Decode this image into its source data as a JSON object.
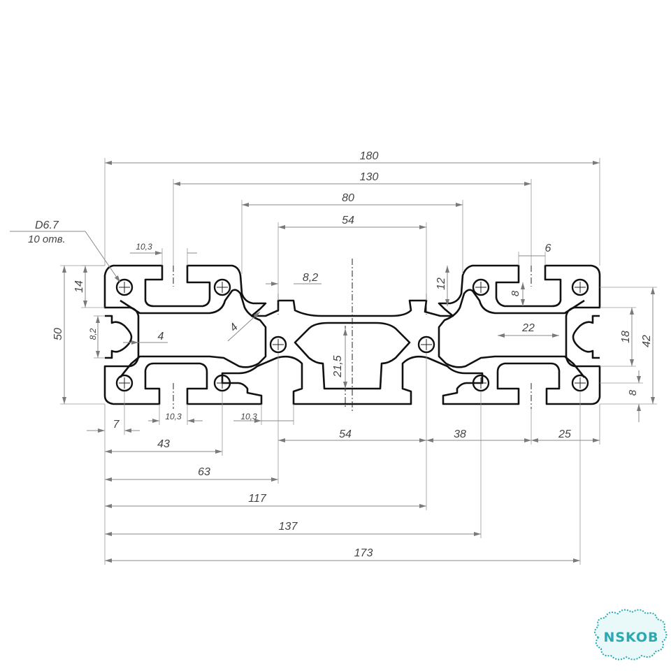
{
  "dimensions": {
    "overall_width": "180",
    "slot_pitch_outer": "130",
    "slot_pitch_mid": "80",
    "slot_pitch_inner": "54",
    "slot_open_top_left": "10,3",
    "core_gap": "8,2",
    "right_slot_width": "6",
    "right_side_12": "12",
    "right_side_8": "8",
    "right_inner_22": "22",
    "height_14": "14",
    "height_50": "50",
    "left_slot_8_2": "8,2",
    "wall_4": "4",
    "radius_4": "4",
    "core_21_5": "21,5",
    "right_18": "18",
    "right_42": "42",
    "right_8_bottom": "8",
    "offset_7": "7",
    "slot_bottom_10_3_a": "10,3",
    "slot_bottom_10_3_b": "10,3",
    "bottom_54": "54",
    "bottom_38": "38",
    "bottom_25": "25",
    "bottom_43": "43",
    "bottom_63": "63",
    "bottom_117": "117",
    "bottom_137": "137",
    "bottom_173": "173"
  },
  "hole_note": {
    "diameter": "D6.7",
    "count": "10 отв."
  },
  "logo": {
    "text": "NSKOB"
  },
  "colors": {
    "profile_line": "#111111",
    "dimension_line": "#8a8a8a",
    "logo": "#2aa9b0"
  }
}
